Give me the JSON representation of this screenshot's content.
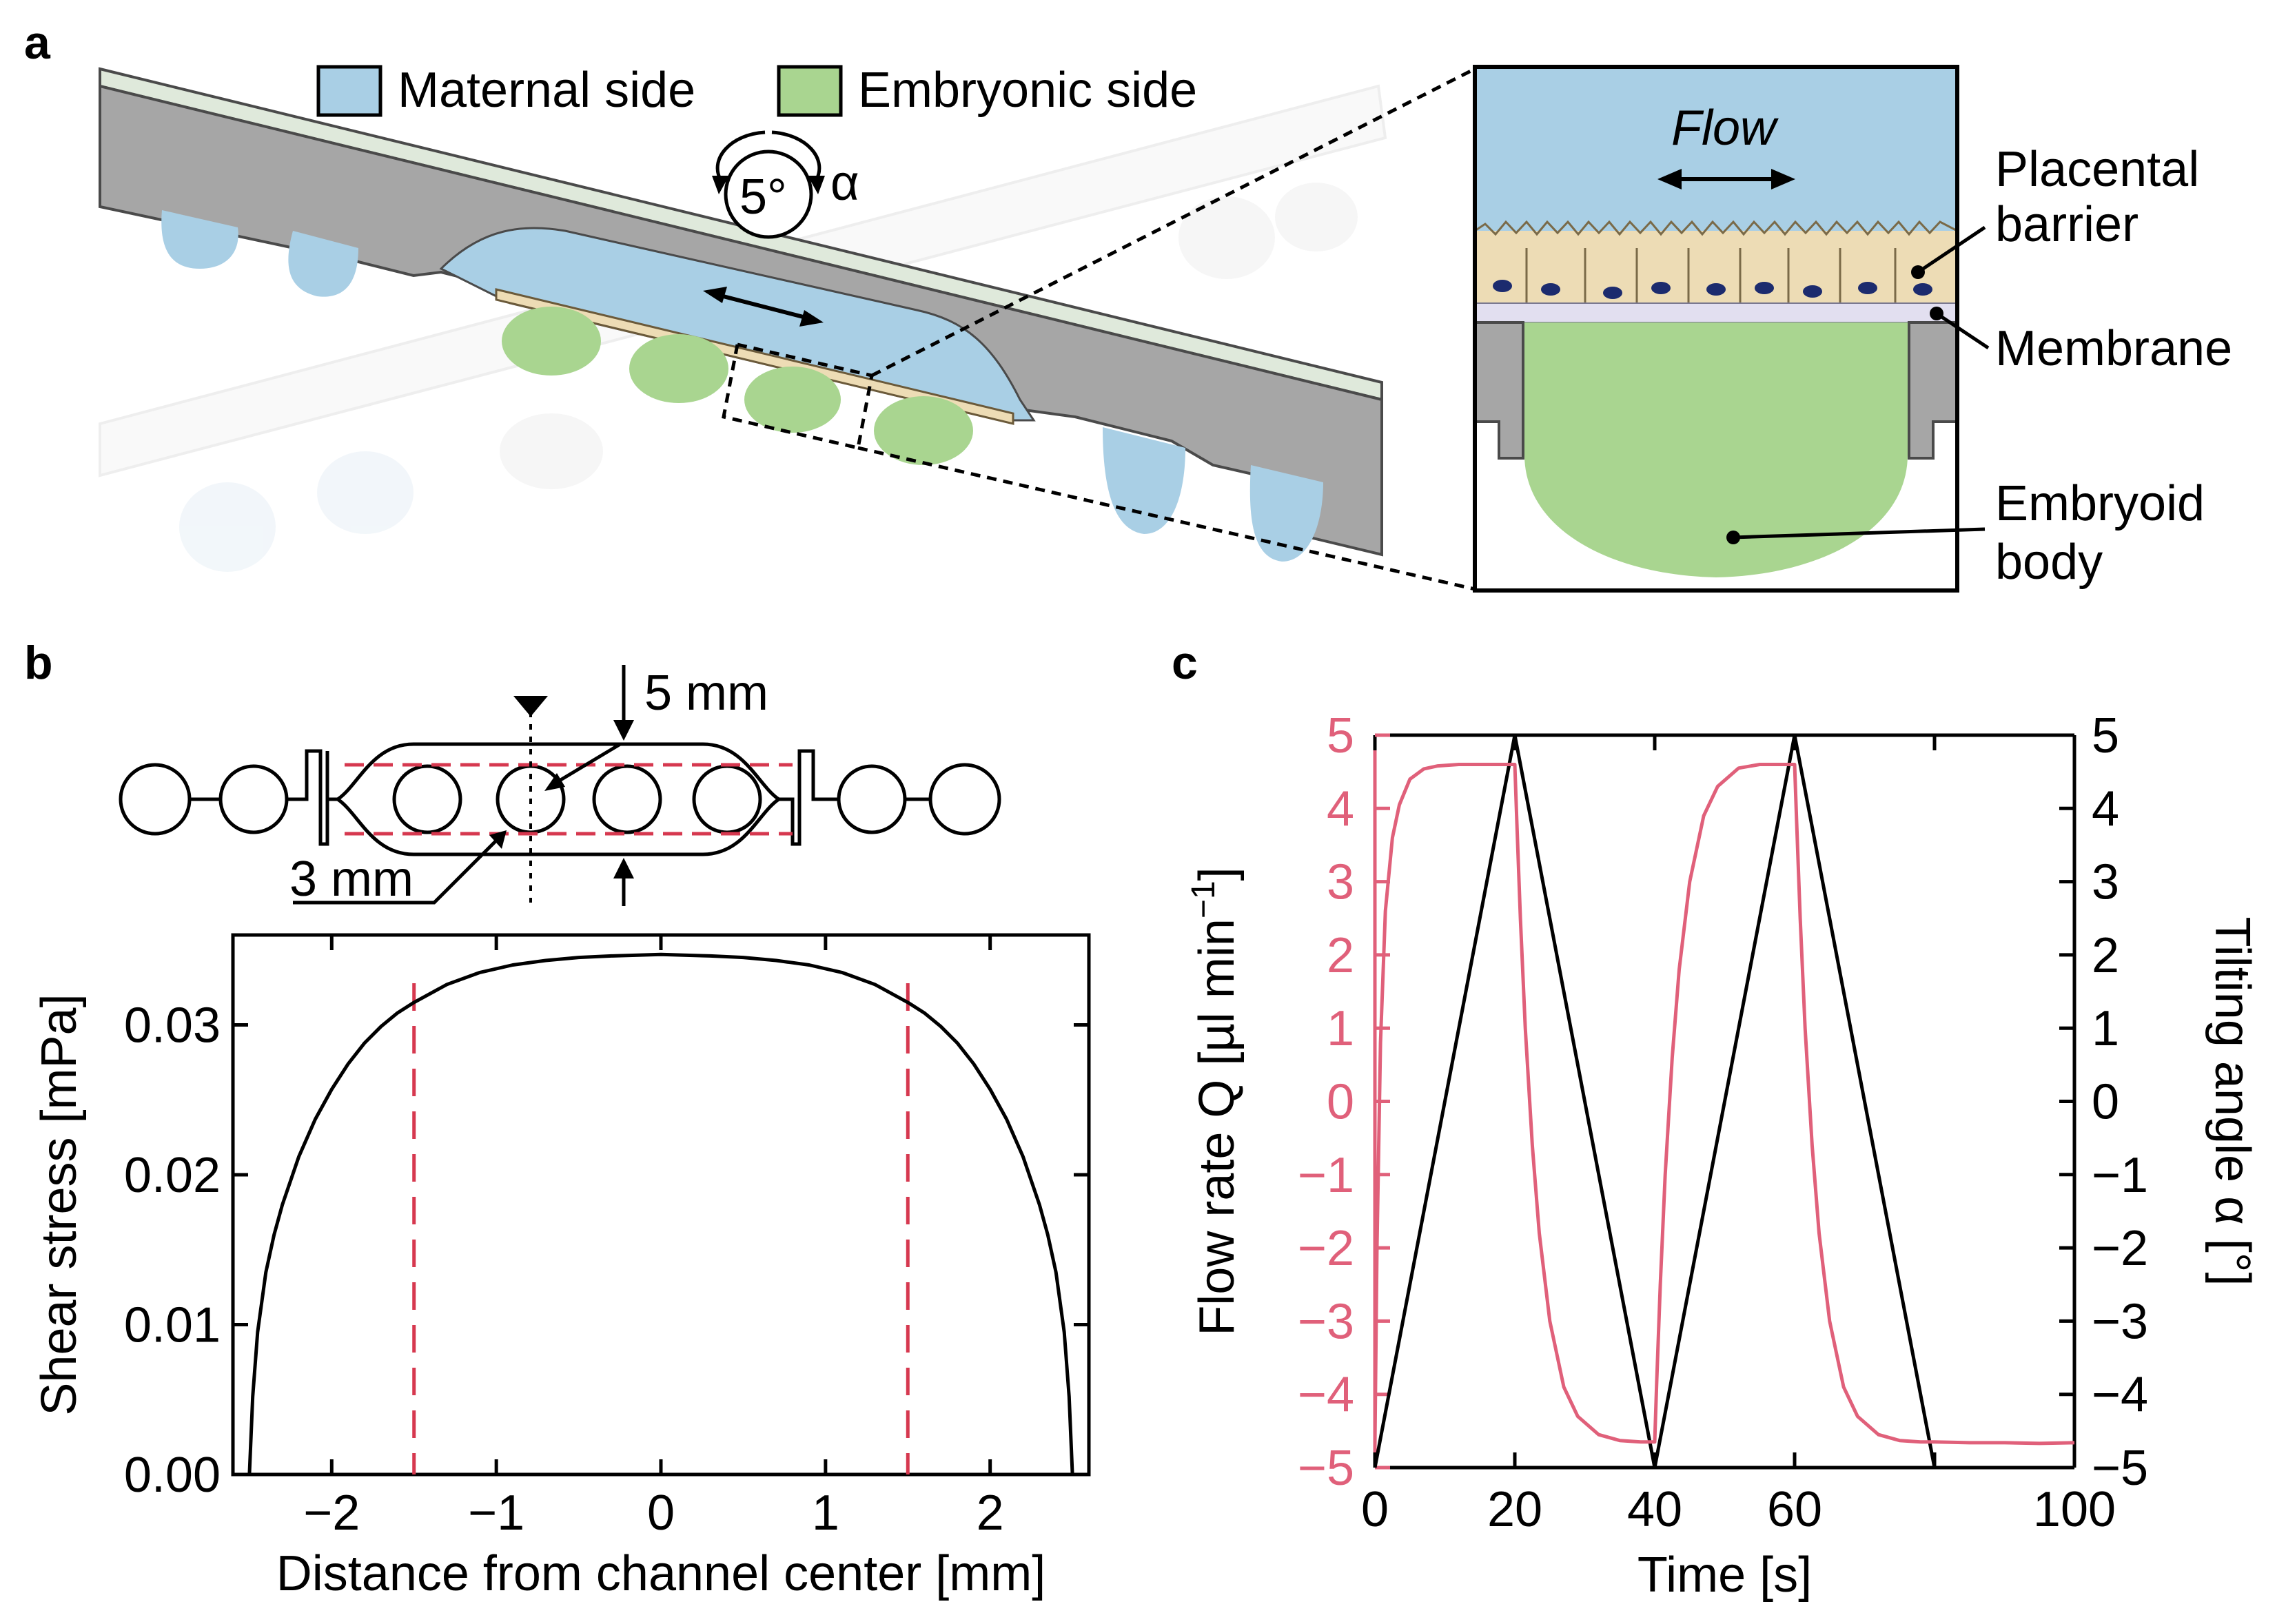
{
  "panels": {
    "a": {
      "letter": "a",
      "legend": [
        {
          "label": "Maternal side",
          "color": "#a9cfe5"
        },
        {
          "label": "Embryonic side",
          "color": "#a9d590"
        }
      ],
      "tilt": {
        "angle_text": "5°",
        "symbol": "α"
      },
      "zoom": {
        "flow_label": "Flow",
        "callouts": [
          "Placental",
          "barrier",
          "Membrane",
          "Embryoid",
          "body"
        ]
      },
      "colors": {
        "maternal": "#a9cfe5",
        "embryonic": "#a9d590",
        "chip": "#a6a6a6",
        "lid": "#dfe9db",
        "cells": "#eddcb5",
        "nucleus": "#1c2b6e"
      }
    },
    "b": {
      "letter": "b",
      "schematic": {
        "width_label": "5 mm",
        "inner_label": "3 mm"
      }
    },
    "c": {
      "letter": "c"
    }
  },
  "chart_data": [
    {
      "id": "b",
      "type": "line",
      "xlabel": "Distance from channel center [mm]",
      "ylabel": "Shear stress [mPa]",
      "xlim": [
        -2.6,
        2.6
      ],
      "ylim": [
        0.0,
        0.036
      ],
      "xticks": [
        -2,
        -1,
        0,
        1,
        2
      ],
      "yticks": [
        0.0,
        0.01,
        0.02,
        0.03
      ],
      "ytick_labels": [
        "0.00",
        "0.01",
        "0.02",
        "0.03"
      ],
      "series": [
        {
          "color": "#000000",
          "x": [
            -2.5,
            -2.48,
            -2.45,
            -2.4,
            -2.35,
            -2.3,
            -2.2,
            -2.1,
            -2.0,
            -1.9,
            -1.8,
            -1.7,
            -1.6,
            -1.5,
            -1.3,
            -1.1,
            -0.9,
            -0.7,
            -0.5,
            -0.3,
            0.0,
            0.3,
            0.5,
            0.7,
            0.9,
            1.1,
            1.3,
            1.5,
            1.6,
            1.7,
            1.8,
            1.9,
            2.0,
            2.1,
            2.2,
            2.3,
            2.35,
            2.4,
            2.45,
            2.48,
            2.5
          ],
          "y": [
            0.0,
            0.0052,
            0.0095,
            0.0135,
            0.016,
            0.018,
            0.0212,
            0.0237,
            0.0257,
            0.0274,
            0.0288,
            0.0299,
            0.0308,
            0.0315,
            0.0327,
            0.0335,
            0.034,
            0.0343,
            0.0345,
            0.0346,
            0.0347,
            0.0346,
            0.0345,
            0.0343,
            0.034,
            0.0335,
            0.0327,
            0.0315,
            0.0308,
            0.0299,
            0.0288,
            0.0274,
            0.0257,
            0.0237,
            0.0212,
            0.018,
            0.016,
            0.0135,
            0.0095,
            0.0052,
            0.0
          ]
        }
      ],
      "vlines": [
        -1.5,
        1.5
      ],
      "vline_color": "#d6384f"
    },
    {
      "id": "c",
      "type": "line",
      "xlabel": "Time [s]",
      "ylabel_left": "Flow rate Q [µl min",
      "ylabel_left_sup": "−1",
      "ylabel_left_end": "]",
      "ylabel_right": "Tilting angle α [°]",
      "xlim": [
        0,
        100
      ],
      "ylim_left": [
        -5,
        5
      ],
      "ylim_right": [
        -5,
        5
      ],
      "xticks": [
        0,
        20,
        40,
        60,
        80,
        100
      ],
      "xtick_labels": [
        "0",
        "20",
        "40",
        "60",
        "",
        "100"
      ],
      "yticks": [
        -5,
        -4,
        -3,
        -2,
        -1,
        0,
        1,
        2,
        3,
        4,
        5
      ],
      "ytick_labels_left": [
        "−5",
        "−4",
        "−3",
        "−2",
        "−1",
        "0",
        "1",
        "2",
        "3",
        "4",
        "5"
      ],
      "ytick_labels_right": [
        "−5",
        "−4",
        "−3",
        "−2",
        "−1",
        "0",
        "1",
        "2",
        "3",
        "4",
        "5"
      ],
      "series": [
        {
          "axis": "right",
          "color": "#000000",
          "x": [
            0,
            20,
            40,
            60,
            80,
            100
          ],
          "y": [
            -5,
            5,
            -5,
            5,
            -5,
            -5
          ]
        },
        {
          "axis": "left",
          "color": "#e0607a",
          "x": [
            0,
            0.3,
            0.8,
            1.5,
            2.5,
            3.5,
            5,
            7,
            9,
            12,
            15,
            18,
            20,
            20.3,
            20.8,
            21.5,
            22.5,
            23.5,
            25,
            27,
            29,
            32,
            35,
            38,
            40,
            40.3,
            40.8,
            41.5,
            42.5,
            43.5,
            45,
            47,
            49,
            52,
            55,
            58,
            60,
            60.3,
            60.8,
            61.5,
            62.5,
            63.5,
            65,
            67,
            69,
            72,
            75,
            78,
            80,
            85,
            90,
            95,
            100
          ],
          "y": [
            -4.7,
            -2.0,
            0.8,
            2.6,
            3.6,
            4.05,
            4.4,
            4.54,
            4.58,
            4.6,
            4.6,
            4.6,
            4.6,
            3.8,
            2.5,
            1.0,
            -0.6,
            -1.8,
            -3.0,
            -3.9,
            -4.3,
            -4.55,
            -4.63,
            -4.65,
            -4.65,
            -3.8,
            -2.5,
            -1.0,
            0.6,
            1.8,
            3.0,
            3.9,
            4.3,
            4.55,
            4.6,
            4.6,
            4.6,
            3.8,
            2.5,
            1.0,
            -0.6,
            -1.8,
            -3.0,
            -3.9,
            -4.3,
            -4.55,
            -4.63,
            -4.65,
            -4.65,
            -4.66,
            -4.66,
            -4.67,
            -4.66
          ]
        }
      ]
    }
  ]
}
